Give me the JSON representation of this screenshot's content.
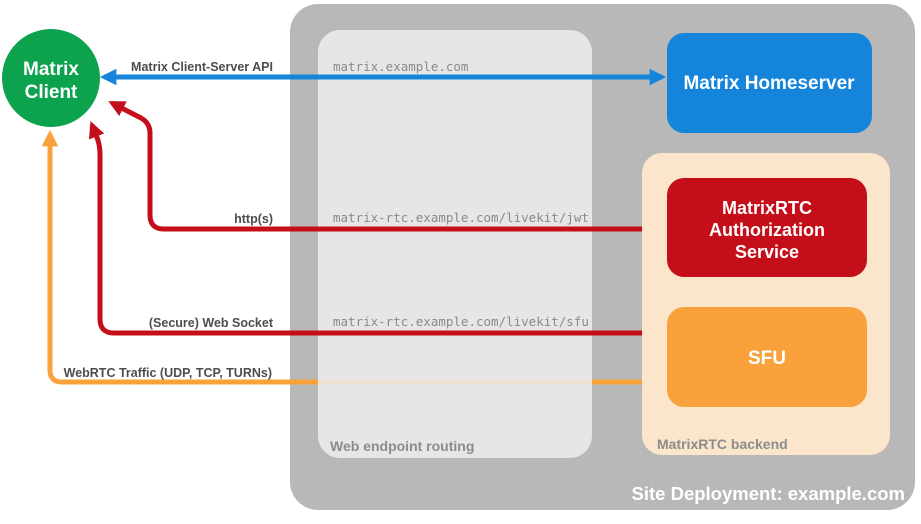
{
  "palette": {
    "green": "#0CA24E",
    "blue": "#1485DB",
    "red": "#C40F1A",
    "orange": "#F9A23C",
    "peach": "#FCE6CB",
    "outer_gray": "#B8B8B8",
    "inner_gray": "#EDEDED",
    "label_dark": "#4D4D4D",
    "label_gray": "#8C8C8C"
  },
  "nodes": {
    "client": {
      "line1": "Matrix",
      "line2": "Client"
    },
    "homeserver": {
      "label": "Matrix Homeserver"
    },
    "auth": {
      "line1": "MatrixRTC",
      "line2": "Authorization",
      "line3": "Service"
    },
    "sfu": {
      "label": "SFU"
    }
  },
  "zones": {
    "site_deployment": {
      "label": "Site Deployment: example.com"
    },
    "web_endpoint_routing": {
      "label": "Web endpoint routing"
    },
    "matrixrtc_backend": {
      "label": "MatrixRTC backend"
    }
  },
  "connections": [
    {
      "label": "Matrix Client-Server API",
      "route": "matrix.example.com"
    },
    {
      "label": "http(s)",
      "route": "matrix-rtc.example.com/livekit/jwt"
    },
    {
      "label": "(Secure) Web Socket",
      "route": "matrix-rtc.example.com/livekit/sfu"
    },
    {
      "label": "WebRTC Traffic (UDP, TCP, TURNs)",
      "route": ""
    }
  ]
}
